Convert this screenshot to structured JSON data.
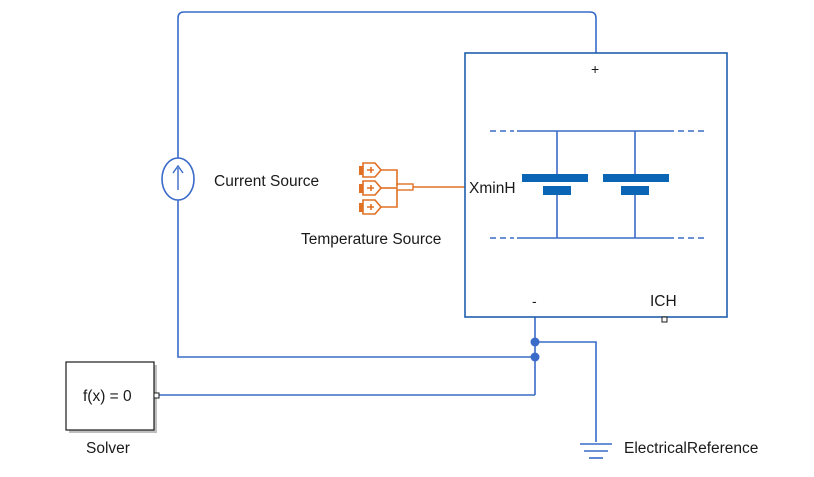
{
  "blocks": {
    "current_source": {
      "label": "Current Source"
    },
    "temperature_source": {
      "label": "Temperature Source"
    },
    "battery": {
      "port_pos": "+",
      "port_neg": "-",
      "port_temp": "XminH",
      "port_ich": "ICH"
    },
    "solver": {
      "expression": "f(x) = 0",
      "label": "Solver"
    },
    "electrical_reference": {
      "label": "ElectricalReference"
    }
  },
  "colors": {
    "wire": "#3a6bc9",
    "battery_cell": "#0a66b5",
    "thermal_signal": "#e07024",
    "block_border": "#1f5fad"
  }
}
